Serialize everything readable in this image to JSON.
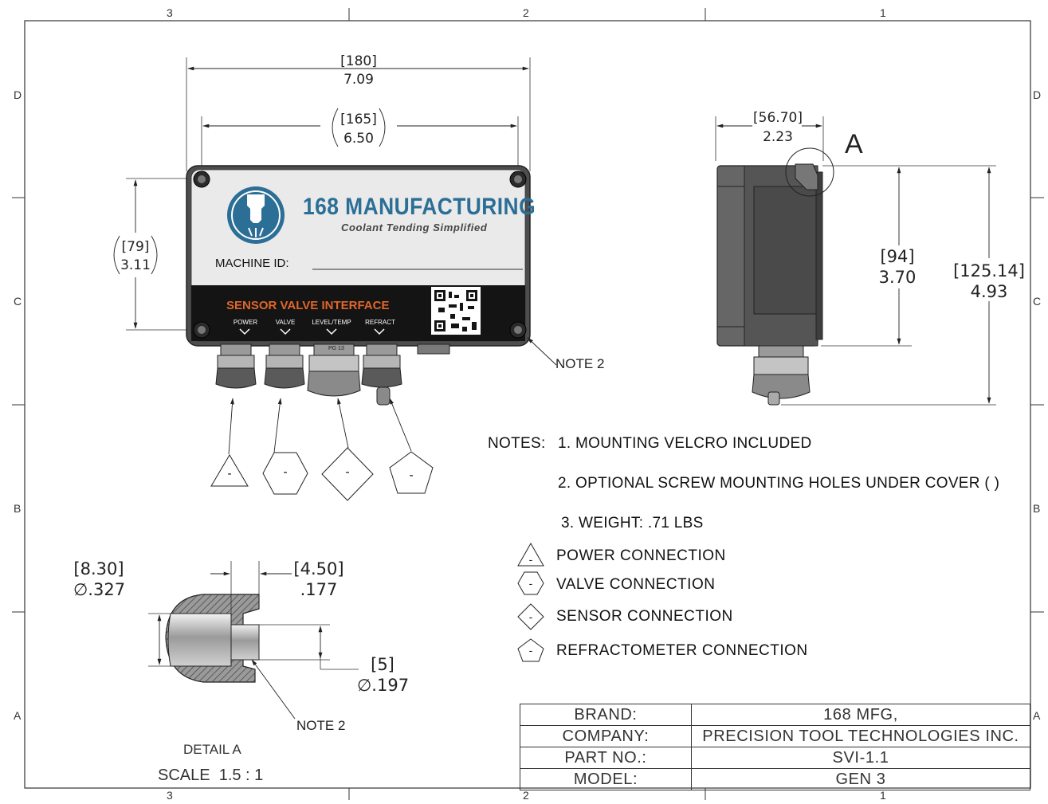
{
  "zones": {
    "top": [
      "3",
      "2",
      "1"
    ],
    "bottom": [
      "3",
      "2",
      "1"
    ],
    "left": [
      "D",
      "C",
      "B",
      "A"
    ],
    "right": [
      "D",
      "C",
      "B",
      "A"
    ]
  },
  "front_view": {
    "overall_width_mm": "[180]",
    "overall_width_in": "7.09",
    "hole_spacing_mm": "[165]",
    "hole_spacing_in": "6.50",
    "hole_height_mm": "[79]",
    "hole_height_in": "3.11",
    "note_callout": "NOTE 2",
    "label": {
      "brand_name": "168 MANUFACTURING",
      "tagline": "Coolant Tending Simplified",
      "machine_id_label": "MACHINE ID:",
      "product_name": "SENSOR VALVE INTERFACE",
      "ports": [
        "POWER",
        "VALVE",
        "LEVEL/TEMP",
        "REFRACT"
      ],
      "gland_marking": "PG 13"
    },
    "port_symbols": [
      "-",
      "-",
      "-",
      "-"
    ]
  },
  "side_view": {
    "depth_mm": "[56.70]",
    "depth_in": "2.23",
    "detail_marker": "A",
    "body_height_mm": "[94]",
    "body_height_in": "3.70",
    "total_height_mm": "[125.14]",
    "total_height_in": "4.93"
  },
  "notes": {
    "heading": "NOTES:",
    "items": [
      "1.  MOUNTING VELCRO INCLUDED",
      "2.  OPTIONAL SCREW MOUNTING HOLES UNDER COVER ( )",
      "3.  WEIGHT: .71 LBS"
    ]
  },
  "legend": {
    "symbol_text": "-",
    "items": [
      {
        "shape": "triangle",
        "label": "POWER CONNECTION"
      },
      {
        "shape": "hexagon",
        "label": "VALVE CONNECTION"
      },
      {
        "shape": "diamond",
        "label": "SENSOR CONNECTION"
      },
      {
        "shape": "pentagon",
        "label": "REFRACTOMETER CONNECTION"
      }
    ]
  },
  "detail_a": {
    "counterbore_mm": "[8.30]",
    "counterbore_in": "∅.327",
    "depth_mm": "[4.50]",
    "depth_in": ".177",
    "hole_mm": "[5]",
    "hole_in": "∅.197",
    "note_callout": "NOTE 2",
    "title": "DETAIL A",
    "scale": "SCALE  1.5 : 1"
  },
  "title_block": {
    "rows": [
      {
        "label": "BRAND:",
        "value": "168 MFG,"
      },
      {
        "label": "COMPANY:",
        "value": "PRECISION TOOL TECHNOLOGIES INC."
      },
      {
        "label": "PART NO.:",
        "value": "SVI-1.1"
      },
      {
        "label": "MODEL:",
        "value": "GEN 3"
      }
    ]
  },
  "colors": {
    "logo_blue": "#2b6e96",
    "label_orange": "#e0662a",
    "panel_dark": "#141414",
    "enclosure_grey": "#555555"
  }
}
